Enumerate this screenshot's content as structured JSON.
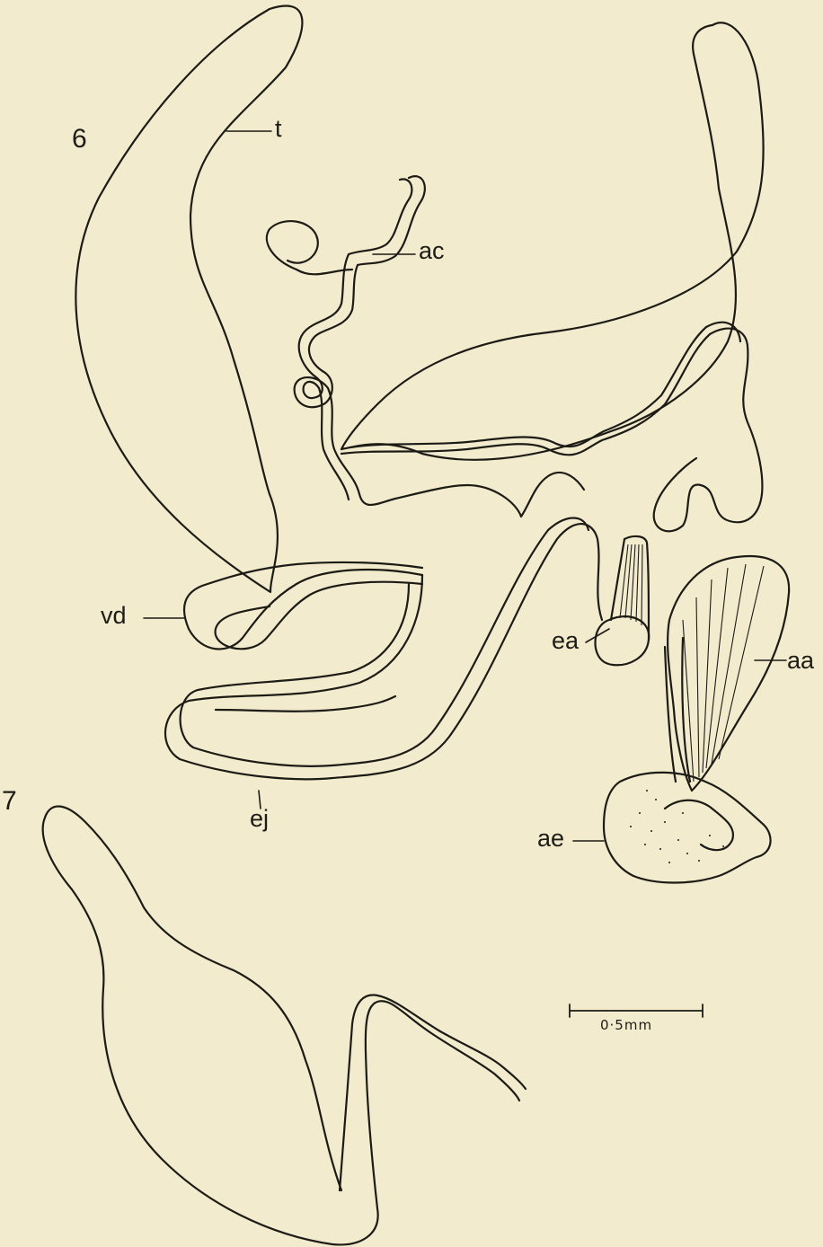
{
  "figures": {
    "fig6": {
      "number": "6"
    },
    "fig7": {
      "number": "7"
    }
  },
  "labels": {
    "t": "t",
    "ac": "ac",
    "vd": "vd",
    "ea": "ea",
    "aa": "aa",
    "ej": "ej",
    "ae": "ae"
  },
  "scale_bar": {
    "text": "0·5mm"
  },
  "colors": {
    "background": "#f2ebcd",
    "ink": "#1d1b16"
  }
}
